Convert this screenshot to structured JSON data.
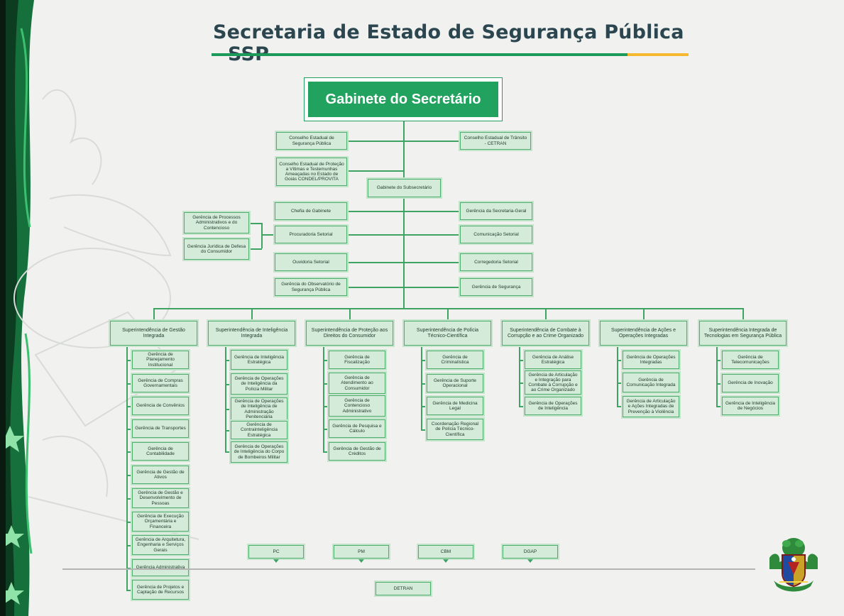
{
  "title": "Secretaria de Estado de Segurança Pública - SSP",
  "colors": {
    "accent_green": "#21a35f",
    "accent_yellow": "#f5b82e",
    "box_fill": "#d3ebd8",
    "title_color": "#2c4650"
  },
  "gabinete": "Gabinete do Secretário",
  "conselhos": {
    "seguranca": "Conselho Estadual de Segurança Pública",
    "transito": "Conselho Estadual de Trânsito - CETRAN",
    "protecao": "Conselho Estadual de Proteção a Vítimas e Testemunhas Ameaçadas no Estado de Goiás CONDEL/PROVITA"
  },
  "subsecretario": "Gabinete do Subsecretário",
  "left_units": [
    "Chefia de Gabinete",
    "Procuradoria Setorial",
    "Ouvidoria Setorial",
    "Gerência do Observatório de Segurança Pública"
  ],
  "right_units": [
    "Gerência da Secretaria-Geral",
    "Comunicação Setorial",
    "Corregedoria Setorial",
    "Gerência de Segurança"
  ],
  "procuradoria_children": [
    "Gerência de Processos Administrativos e do Contencioso",
    "Gerência Jurídica de Defesa do Consumidor"
  ],
  "superintendencias": [
    {
      "name": "Superintendência de Gestão Integrada",
      "children": [
        "Gerência de Planejamento Institucional",
        "Gerência de Compras Governamentais",
        "Gerência de Convênios",
        "Gerência de Transportes",
        "Gerência de Contabilidade",
        "Gerência de Gestão de Ativos",
        "Gerência de Gestão e Desenvolvimento de Pessoas",
        "Gerência de Execução Orçamentária e Financeira",
        "Gerência de Arquitetura, Engenharia e Serviços Gerais",
        "Gerência Administrativa",
        "Gerência de Projetos e Captação de Recursos"
      ]
    },
    {
      "name": "Superintendência de Inteligência Integrada",
      "children": [
        "Gerência de Inteligência Estratégica",
        "Gerência de Operações de Inteligência da Polícia Militar",
        "Gerência de Operações de Inteligência de Administração Penitenciária",
        "Gerência de Contrainteligência Estratégica",
        "Gerência de Operações de Inteligência do Corpo de Bombeiros Militar"
      ]
    },
    {
      "name": "Superintendência de Proteção aos Direitos do Consumidor",
      "children": [
        "Gerência de Fiscalização",
        "Gerência de Atendimento ao Consumidor",
        "Gerência de Contencioso Administrativo",
        "Gerência de Pesquisa e Cálculo",
        "Gerência de Gestão de Créditos"
      ]
    },
    {
      "name": "Superintendência de Polícia Técnico-Científica",
      "children": [
        "Gerência de Criminalística",
        "Gerência de Suporte Operacional",
        "Gerência de Medicina Legal",
        "Coordenação Regional de Polícia Técnico-Científica"
      ]
    },
    {
      "name": "Superintendência de Combate à Corrupção e ao Crime Organizado",
      "children": [
        "Gerência de Análise Estratégica",
        "Gerência de Articulação e Integração para Combate à Corrupção e ao Crime Organizado",
        "Gerência de Operações de Inteligência"
      ]
    },
    {
      "name": "Superintendência de Ações e Operações Integradas",
      "children": [
        "Gerência de Operações Integradas",
        "Gerência de Comunicação Integrada",
        "Gerência de Articulação e Ações Integradas de Prevenção à Violência"
      ]
    },
    {
      "name": "Superintendência Integrada de Tecnologias em Segurança Pública",
      "children": [
        "Gerência de Telecomunicações",
        "Gerência de Inovação",
        "Gerência de Inteligência de Negócios"
      ]
    }
  ],
  "vinculadas_top": [
    "PC",
    "PM",
    "CBM",
    "DGAP"
  ],
  "vinculada_bottom": "DETRAN"
}
